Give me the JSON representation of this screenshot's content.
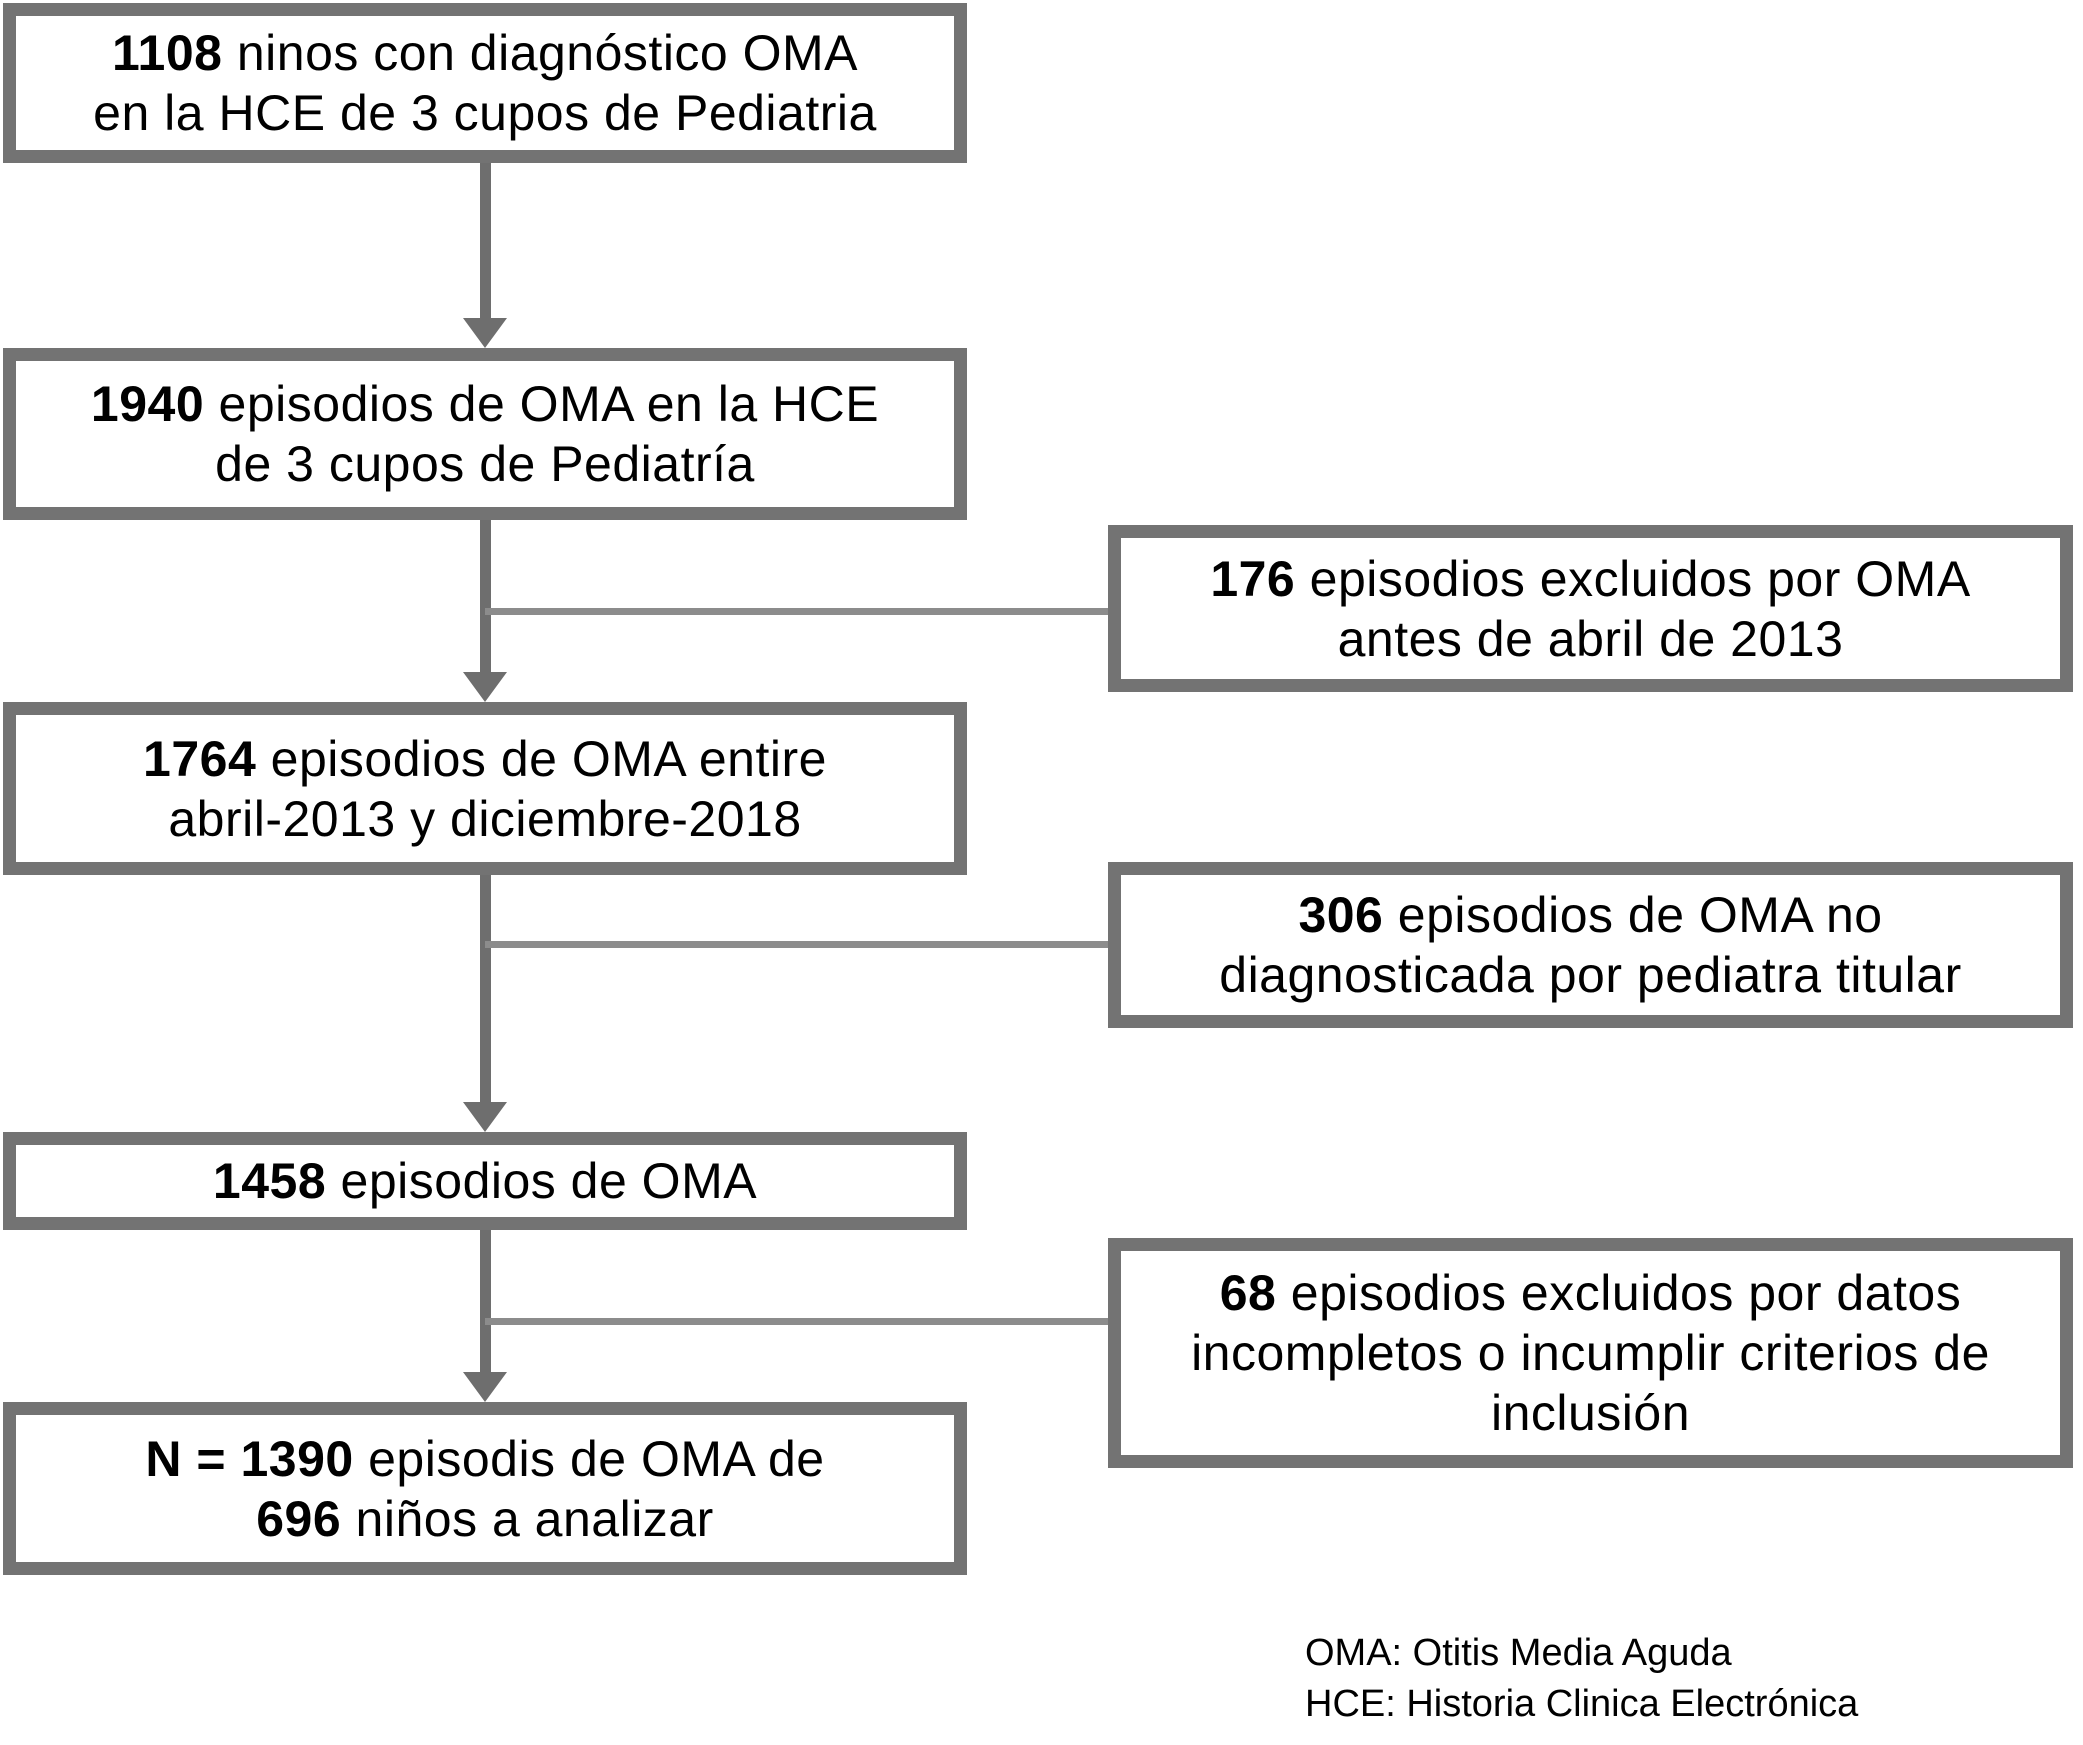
{
  "diagram": {
    "main_boxes": [
      {
        "name": "box-1108-diagnosed-children",
        "lines": [
          {
            "bold": "1108",
            "rest": " ninos con diagnóstico OMA"
          },
          {
            "bold": "",
            "rest": "en la HCE de 3 cupos de Pediatria"
          }
        ]
      },
      {
        "name": "box-1940-episodes",
        "lines": [
          {
            "bold": "1940",
            "rest": " episodios de OMA en la HCE"
          },
          {
            "bold": "",
            "rest": "de 3 cupos de Pediatría"
          }
        ]
      },
      {
        "name": "box-1764-episodes-april2013-dec2018",
        "lines": [
          {
            "bold": "1764",
            "rest": " episodios de OMA entire"
          },
          {
            "bold": "",
            "rest": "abril-2013 y diciembre-2018"
          }
        ]
      },
      {
        "name": "box-1458-episodes",
        "lines": [
          {
            "bold": "1458",
            "rest": " episodios de OMA"
          }
        ]
      },
      {
        "name": "box-1390-final-sample",
        "lines": [
          {
            "bold": "N = 1390",
            "rest": " episodis de OMA de"
          },
          {
            "bold": "696",
            "rest": " niños a analizar"
          }
        ]
      }
    ],
    "exclusion_boxes": [
      {
        "name": "box-176-excluded-before-april-2013",
        "lines": [
          {
            "bold": "176",
            "rest": " episodios excluidos por OMA"
          },
          {
            "bold": "",
            "rest": "antes de abril de 2013"
          }
        ]
      },
      {
        "name": "box-306-not-diagnosed-by-pediatrician",
        "lines": [
          {
            "bold": "306",
            "rest": " episodios de OMA no"
          },
          {
            "bold": "",
            "rest": "diagnosticada por pediatra titular"
          }
        ]
      },
      {
        "name": "box-68-excluded-incomplete-data",
        "lines": [
          {
            "bold": "68",
            "rest": " episodios excluidos por datos"
          },
          {
            "bold": "",
            "rest": "incompletos o incumplir criterios de"
          },
          {
            "bold": "",
            "rest": "inclusión"
          }
        ]
      }
    ],
    "legend": {
      "line1": "OMA: Otitis Media Aguda",
      "line2": "HCE: Historia Clinica Electrónica"
    },
    "colors": {
      "border": "#737373",
      "connector": "#6e6e6e",
      "branch_line": "#8c8c8c",
      "text": "#000000",
      "background": "#ffffff"
    }
  }
}
